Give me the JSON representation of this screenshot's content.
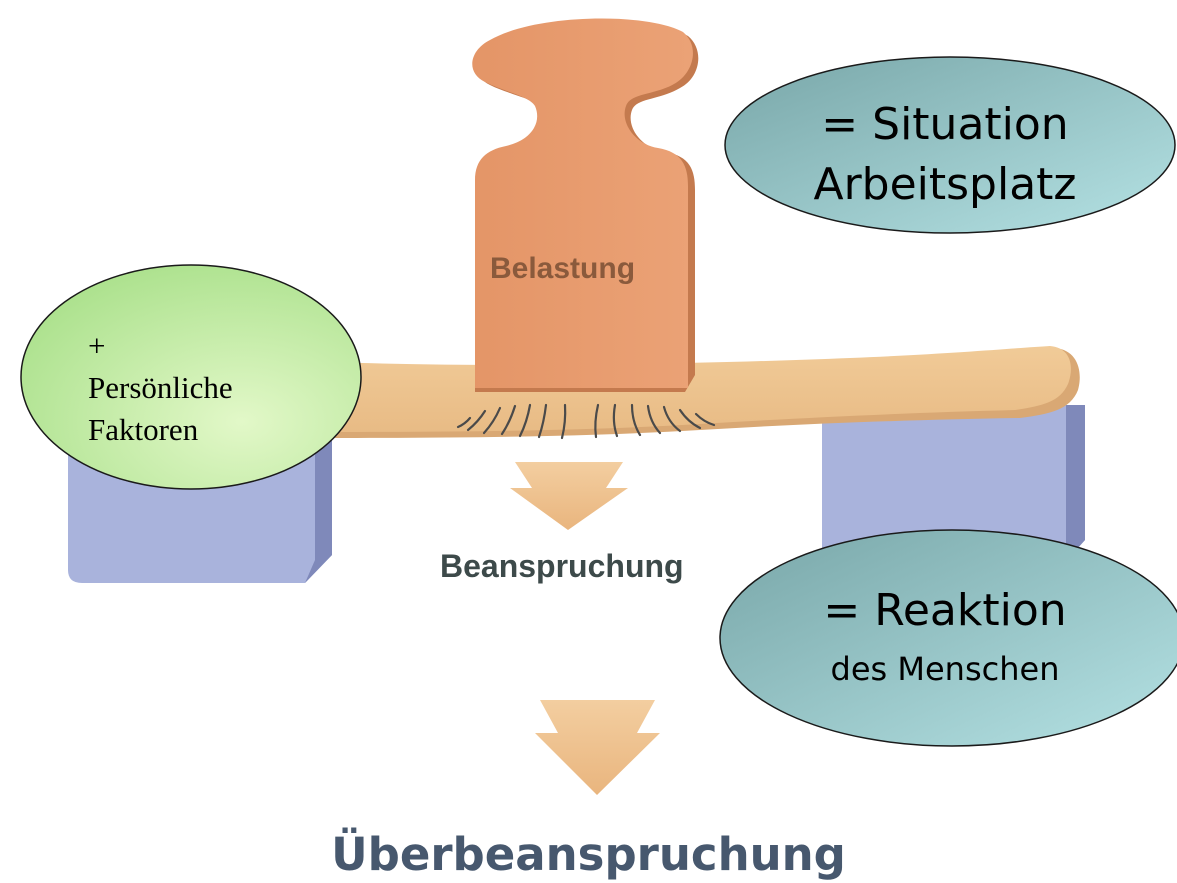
{
  "labels": {
    "belastung": "Belastung",
    "beanspruchung": "Beanspruchung",
    "ueberbeanspruchung": "Überbeanspruchung"
  },
  "bubbles": {
    "situation": {
      "line1": "= Situation",
      "line2": "Arbeitsplatz"
    },
    "reaktion": {
      "line1": "= Reaktion",
      "line2": "des Menschen"
    },
    "persoenlich": {
      "line1": "+",
      "line2": "Persönliche",
      "line3": "Faktoren"
    }
  },
  "colors": {
    "weight": "#e59a6c",
    "beam": "#efc792",
    "block": "#a9b3dc",
    "arrow": "#efc392",
    "bubble_blue": "#9fcfcf",
    "bubble_green": "#c8eea6"
  }
}
